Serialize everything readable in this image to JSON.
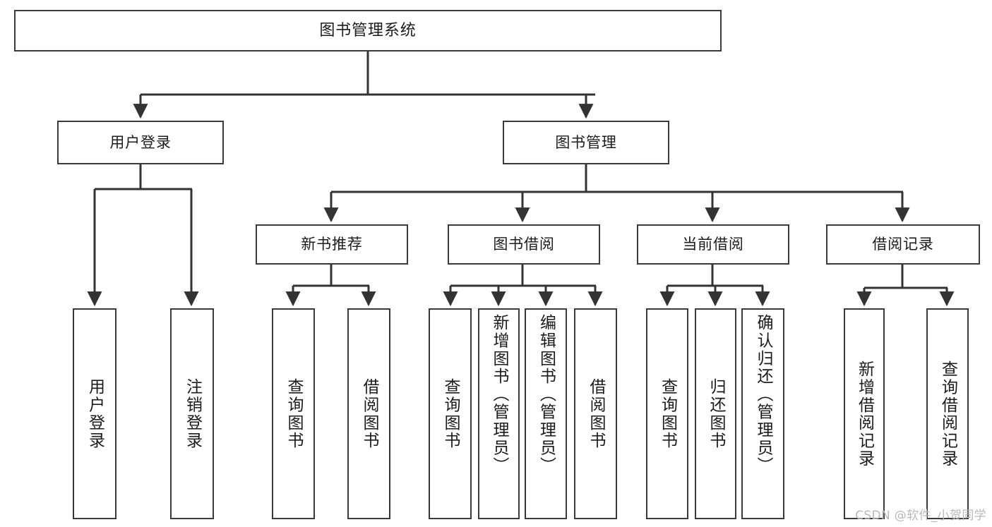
{
  "diagram": {
    "type": "tree",
    "title": "图书管理系统",
    "watermark": "CSDN @软件_小贺同学",
    "colors": {
      "box_border": "#3a3a3a",
      "box_fill": "#ffffff",
      "connector": "#333333",
      "text": "#1b1b1b",
      "watermark": "#b9b9b9",
      "background": "#ffffff"
    },
    "nodes": {
      "root": {
        "label": "图书管理系统"
      },
      "level2": [
        {
          "id": "user-login",
          "label": "用户登录"
        },
        {
          "id": "book-management",
          "label": "图书管理"
        }
      ],
      "level3": [
        {
          "id": "new-book-recommend",
          "label": "新书推荐"
        },
        {
          "id": "book-borrow",
          "label": "图书借阅"
        },
        {
          "id": "current-borrow",
          "label": "当前借阅"
        },
        {
          "id": "borrow-record",
          "label": "借阅记录"
        }
      ],
      "leaves": {
        "user-login": [
          {
            "id": "leaf-user-login",
            "label": "用户登录"
          },
          {
            "id": "leaf-user-logout",
            "label": "注销登录"
          }
        ],
        "new-book-recommend": [
          {
            "id": "leaf-query-book-1",
            "label": "查询图书"
          },
          {
            "id": "leaf-borrow-book-1",
            "label": "借阅图书"
          }
        ],
        "book-borrow": [
          {
            "id": "leaf-query-book-2",
            "label": "查询图书"
          },
          {
            "id": "leaf-add-book",
            "label": "新增图书（管理员）"
          },
          {
            "id": "leaf-edit-book",
            "label": "编辑图书（管理员）"
          },
          {
            "id": "leaf-borrow-book-2",
            "label": "借阅图书"
          }
        ],
        "current-borrow": [
          {
            "id": "leaf-query-book-3",
            "label": "查询图书"
          },
          {
            "id": "leaf-return-book",
            "label": "归还图书"
          },
          {
            "id": "leaf-confirm-return",
            "label": "确认归还（管理员）"
          }
        ],
        "borrow-record": [
          {
            "id": "leaf-add-record",
            "label": "新增借阅记录"
          },
          {
            "id": "leaf-query-record",
            "label": "查询借阅记录"
          }
        ]
      }
    }
  }
}
